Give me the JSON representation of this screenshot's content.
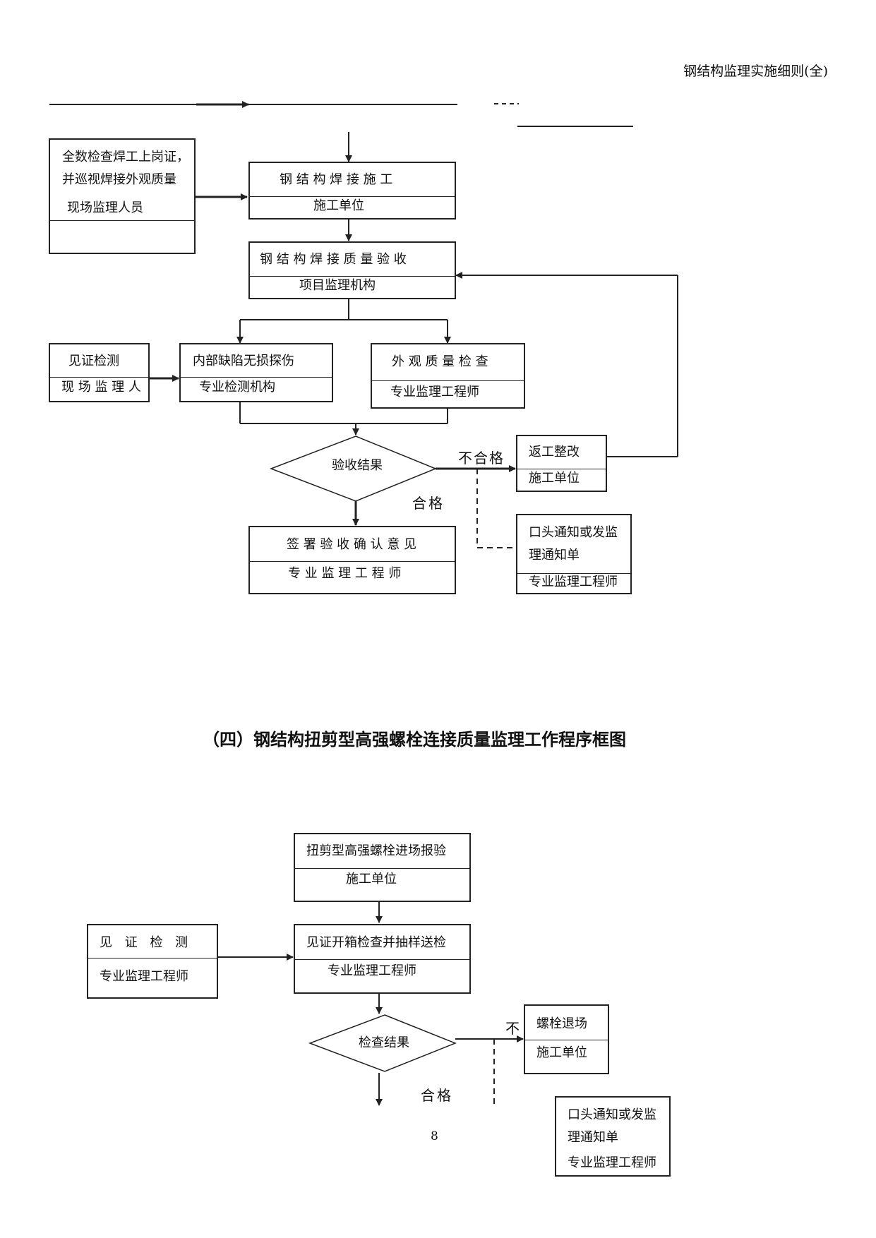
{
  "header": {
    "doc_title": "钢结构监理实施细则(全)"
  },
  "flow1": {
    "weld_check_note": {
      "line1": "全数检查焊工上岗证，",
      "line2": "并巡视焊接外观质量",
      "role": "现场监理人员"
    },
    "weld_construction": {
      "title": "钢 结 构 焊 接 施 工",
      "role": "施工单位"
    },
    "weld_acceptance": {
      "title": "钢 结 构 焊 接 质 量 验 收",
      "role": "项目监理机构"
    },
    "witness_test": {
      "title": "见证检测",
      "role": "现 场 监 理 人"
    },
    "internal_ndt": {
      "title": "内部缺陷无损探伤",
      "role": "专业检测机构"
    },
    "appearance_check": {
      "title": "外 观 质 量 检 查",
      "role": "专业监理工程师"
    },
    "decision": {
      "label": "验收结果",
      "fail": "不合格",
      "pass": "合格"
    },
    "rework": {
      "title": "返工整改",
      "role": "施工单位"
    },
    "notice": {
      "line1": "口头通知或发监",
      "line2": "理通知单",
      "role": "专业监理工程师"
    },
    "sign_off": {
      "title": "签 署 验 收 确 认 意 见",
      "role": "专 业 监 理 工 程 师"
    }
  },
  "section_title": "（四）钢结构扭剪型高强螺栓连接质量监理工作程序框图",
  "flow2": {
    "bolt_entry": {
      "title": "扭剪型高强螺栓进场报验",
      "role": "施工单位"
    },
    "witness_test": {
      "title": "见 证 检 测",
      "role": "专业监理工程师"
    },
    "witness_sampling": {
      "title": "见证开箱检查并抽样送检",
      "role": "专业监理工程师"
    },
    "decision": {
      "label": "检查结果",
      "fail": "不",
      "pass": "合格"
    },
    "bolt_return": {
      "title": "螺栓退场",
      "role": "施工单位"
    },
    "notice": {
      "line1": "口头通知或发监",
      "line2": "理通知单",
      "role": "专业监理工程师"
    }
  },
  "footer": {
    "page_number": "8"
  },
  "colors": {
    "ink": "#222222",
    "background": "#ffffff"
  }
}
